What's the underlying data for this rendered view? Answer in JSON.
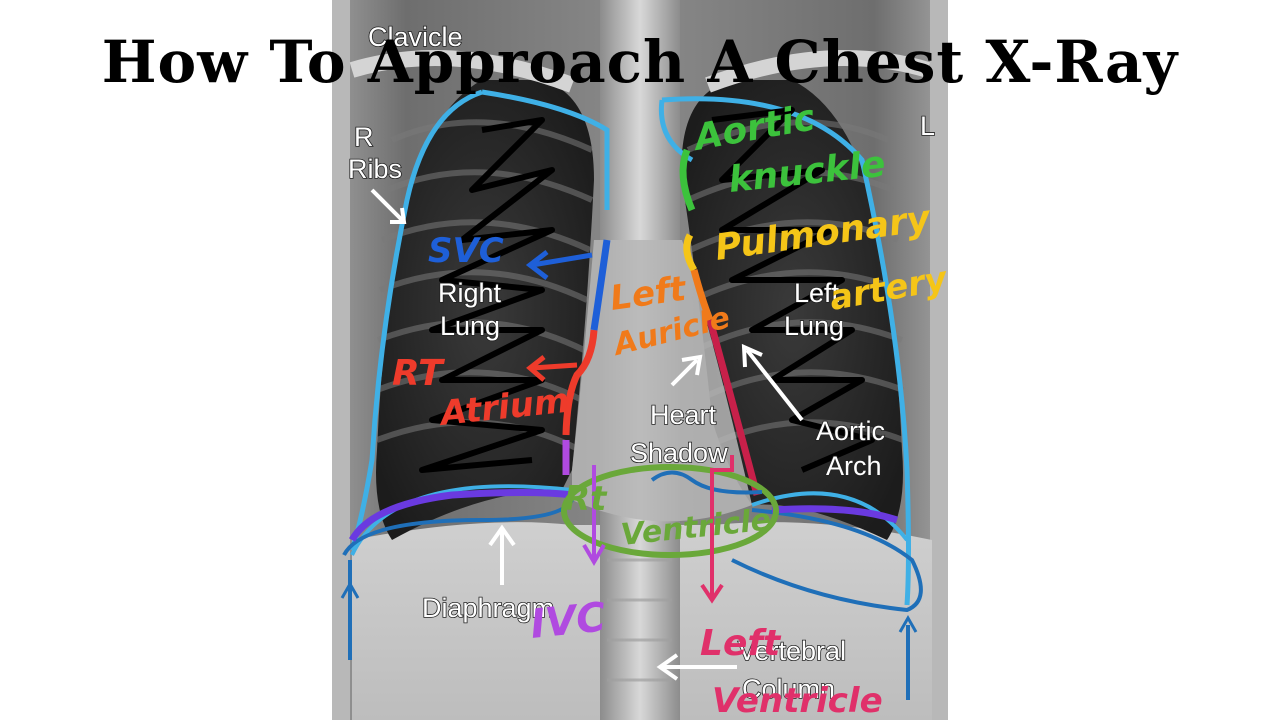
{
  "slide": {
    "title": "How To Approach A Chest X-Ray"
  },
  "xray": {
    "side_right": "R",
    "side_left": "L",
    "printed_labels": {
      "clavicle": "Clavicle",
      "ribs": "Ribs",
      "right_lung_1": "Right",
      "right_lung_2": "Lung",
      "left_lung_1": "Left",
      "left_lung_2": "Lung",
      "heart_1": "Heart",
      "heart_2": "Shadow",
      "aortic_1": "Aortic",
      "aortic_2": "Arch",
      "diaphragm": "Diaphragm",
      "vertebral_1": "Vertebral",
      "vertebral_2": "Column"
    },
    "handwritten_labels": {
      "aortic_knuckle_1": "Aortic",
      "aortic_knuckle_2": "knuckle",
      "pulmonary_1": "Pulmonary",
      "pulmonary_2": "artery",
      "svc": "SVC",
      "left_auricle_1": "Left",
      "left_auricle_2": "Auricle",
      "rt_atrium_1": "RT",
      "rt_atrium_2": "Atrium",
      "rt_ventricle_1": "Rt",
      "rt_ventricle_2": "Ventricle",
      "ivc": "IVC",
      "left_ventricle_1": "Left",
      "left_ventricle_2": "Ventricle"
    },
    "colors": {
      "light_blue": "#3fb0e6",
      "dark_blue": "#1f6fb8",
      "svc_blue": "#1e5fd8",
      "aortic_green": "#3cc23c",
      "pulmonary_yellow": "#f5c518",
      "auricle_orange": "#f07a1a",
      "atrium_red": "#ee3b2b",
      "ventricle_green": "#6aa83a",
      "ivc_purple": "#b04ae0",
      "left_ventricle_pink": "#e0306a",
      "diaphragm_purple": "#6a3ae0",
      "aortic_arch_crimson": "#c8204a"
    }
  }
}
